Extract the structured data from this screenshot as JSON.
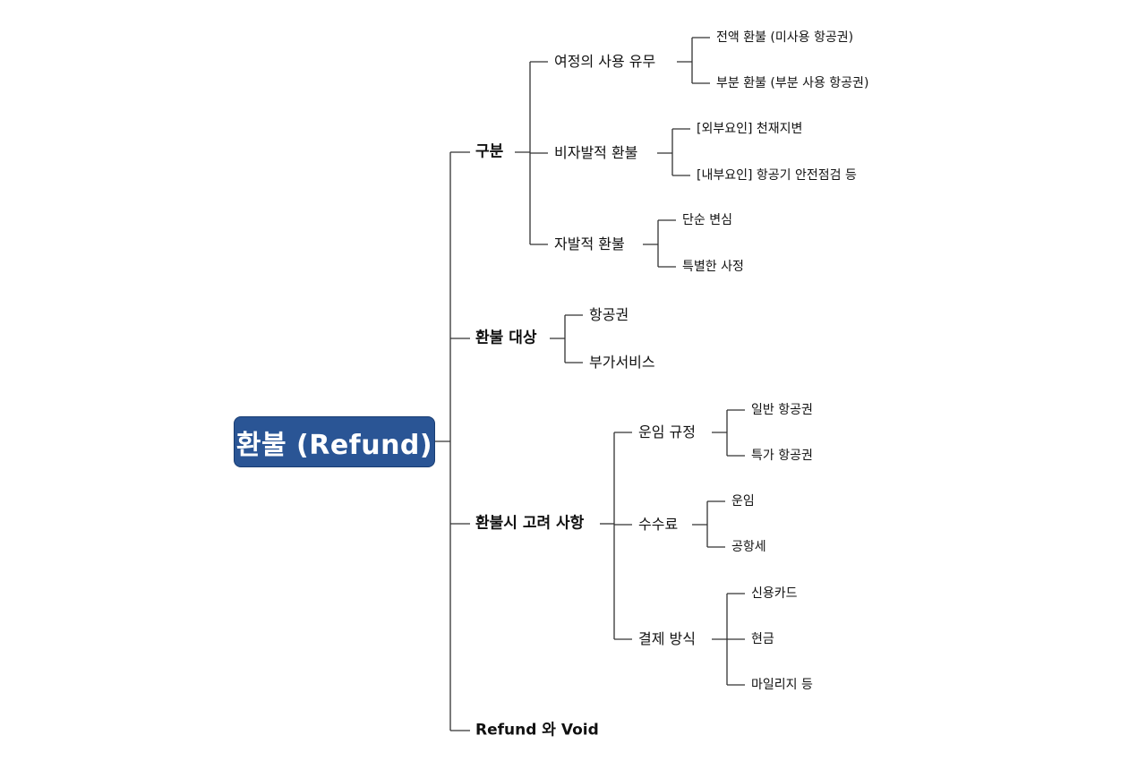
{
  "root": {
    "label": "환불 (Refund)",
    "color": "#2a5595"
  },
  "branches": [
    {
      "label": "구분",
      "children": [
        {
          "label": "여정의 사용 유무",
          "children": [
            "전액 환불 (미사용 항공권)",
            "부분 환불 (부분 사용 항공권)"
          ]
        },
        {
          "label": "비자발적 환불",
          "children": [
            "[외부요인] 천재지변",
            "[내부요인] 항공기 안전점검 등"
          ]
        },
        {
          "label": "자발적 환불",
          "children": [
            "단순 변심",
            "특별한 사정"
          ]
        }
      ]
    },
    {
      "label": "환불 대상",
      "children": [
        {
          "label": "항공권",
          "children": []
        },
        {
          "label": "부가서비스",
          "children": []
        }
      ]
    },
    {
      "label": "환불시 고려 사항",
      "children": [
        {
          "label": "운임 규정",
          "children": [
            "일반 항공권",
            "특가 항공권"
          ]
        },
        {
          "label": "수수료",
          "children": [
            "운임",
            "공항세"
          ]
        },
        {
          "label": "결제 방식",
          "children": [
            "신용카드",
            "현금",
            "마일리지 등"
          ]
        }
      ]
    },
    {
      "label": "Refund 와 Void",
      "children": []
    }
  ]
}
